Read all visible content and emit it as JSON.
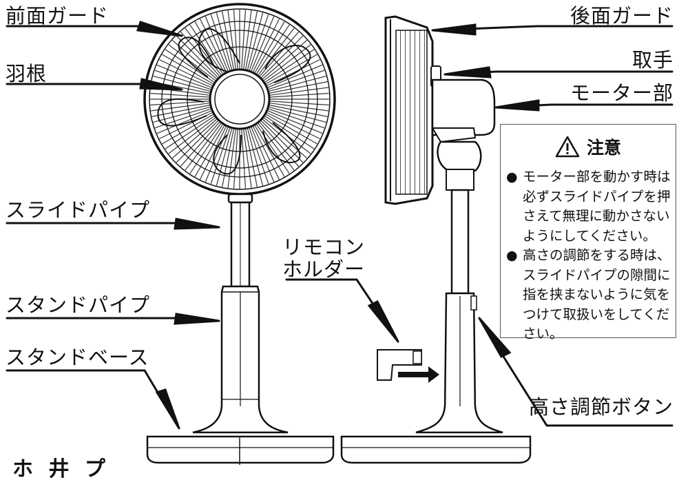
{
  "labels": {
    "front_guard": "前面ガード",
    "blade": "羽根",
    "slide_pipe": "スライドパイプ",
    "stand_pipe": "スタンドパイプ",
    "stand_base": "スタンドベース",
    "rear_guard": "後面ガード",
    "handle": "取手",
    "motor": "モーター部",
    "remote_holder_line1": "リモコン",
    "remote_holder_line2": "ホルダー",
    "height_button": "高さ調節ボタン"
  },
  "caution": {
    "title": "注意",
    "bullet": "●",
    "item1": "モーター部を動かす時は必ずスライドパイプを押さえて無理に動かさないようにしてください。",
    "item2": "高さの調節をする時は、スライドパイプの隙間に指を挟まないように気をつけて取扱いをしてください。"
  },
  "cropped_heading": "ホ 井 プ"
}
